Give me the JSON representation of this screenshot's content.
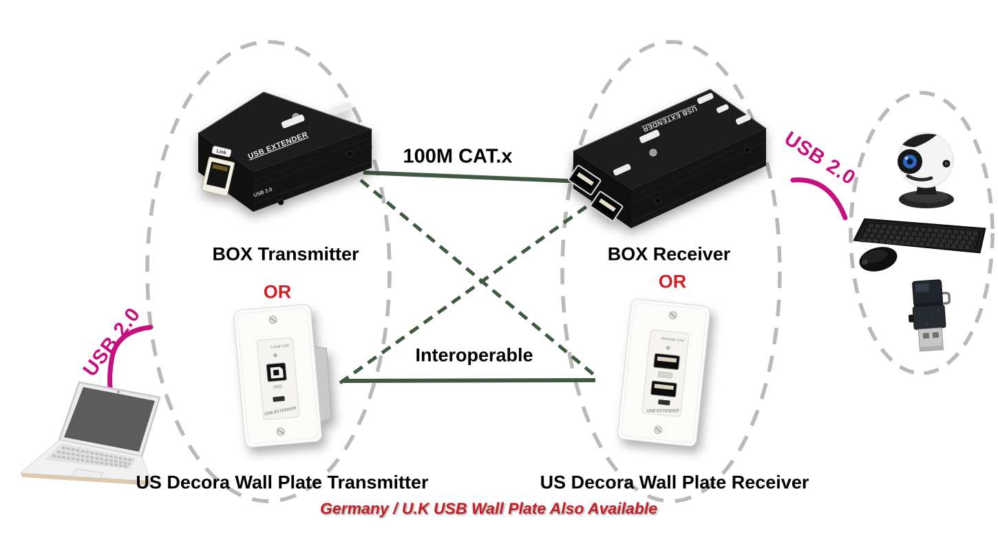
{
  "colors": {
    "link_green": "#3f5a41",
    "dash_gray": "#b9b9b9",
    "usb_pink": "#c6107f",
    "or_red": "#d02027",
    "footnote_red": "#c32026",
    "text_black": "#000000"
  },
  "connections": {
    "cat_label": "100M CAT.x",
    "interop_label": "Interoperable"
  },
  "usb": {
    "left_label": "USB 2.0",
    "right_label": "USB 2.0"
  },
  "transmitter": {
    "box_label": "BOX Transmitter",
    "or": "OR",
    "wall_plate_label": "US Decora Wall Plate Transmitter"
  },
  "receiver": {
    "box_label": "BOX Receiver",
    "or": "OR",
    "wall_plate_label": "US Decora Wall Plate Receiver"
  },
  "footnote": "Germany / U.K USB Wall Plate Also Available",
  "device_text": {
    "box_top": "USB EXTENDER",
    "box_front": "USB 2.0",
    "link_label": "Link",
    "wall_tx_unit": "Local Unit",
    "wall_rx_unit": "Remote Unit",
    "wall_brand": "USB EXTENDER"
  },
  "peripherals": [
    "webcam",
    "keyboard",
    "mouse",
    "usb-flash-drive"
  ],
  "host": "laptop"
}
